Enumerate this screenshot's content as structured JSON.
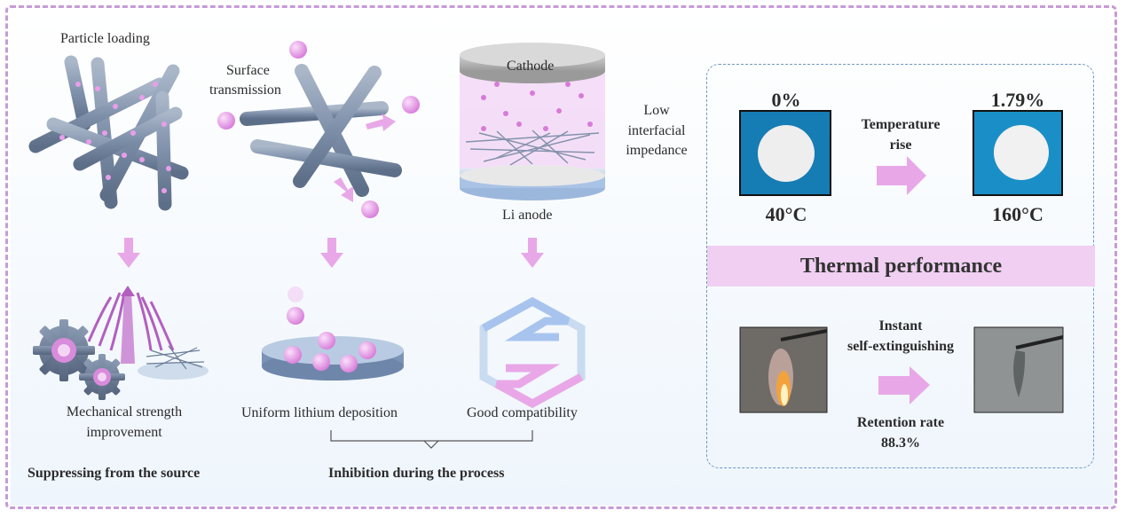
{
  "labels": {
    "particle_loading": "Particle loading",
    "surface_transmission_1": "Surface",
    "surface_transmission_2": "transmission",
    "cathode": "Cathode",
    "li_anode": "Li anode",
    "low_impedance_1": "Low",
    "low_impedance_2": "interfacial",
    "low_impedance_3": "impedance",
    "mech_1": "Mechanical strength",
    "mech_2": "improvement",
    "uniform": "Uniform lithium deposition",
    "compat": "Good compatibility",
    "suppress": "Suppressing from the source",
    "inhibit": "Inhibition during the process"
  },
  "thermal": {
    "banner": "Thermal performance",
    "shrink_before": "0%",
    "shrink_after": "1.79%",
    "temp_before": "40°C",
    "temp_after": "160°C",
    "temp_rise_1": "Temperature",
    "temp_rise_2": "rise",
    "instant": "Instant",
    "self_ext": "self-extinguishing",
    "retention_1": "Retention rate",
    "retention_2": "88.3%"
  },
  "colors": {
    "rod": "#8394ad",
    "particle": "#e89be8",
    "arrow": "#e8a8e8",
    "separator": "#1f8fc6",
    "box_border": "#6f98c4"
  }
}
